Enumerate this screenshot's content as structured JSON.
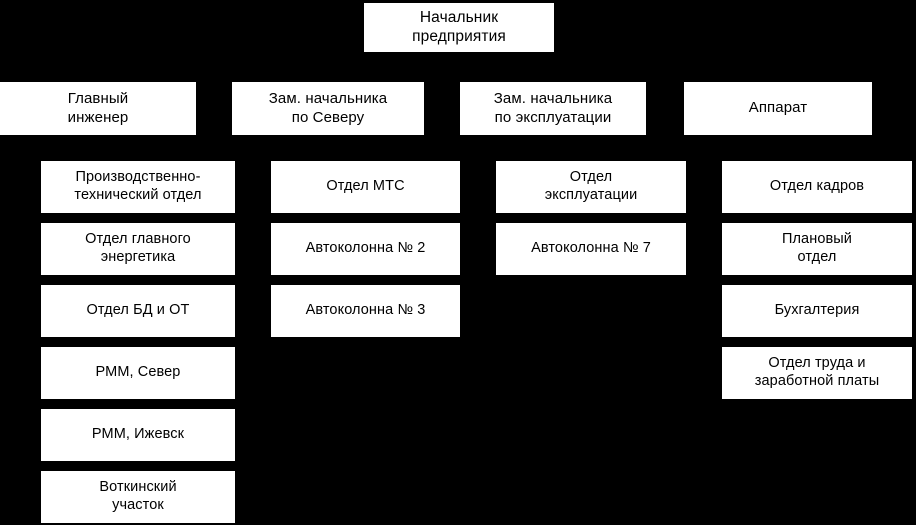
{
  "diagram": {
    "title_text": "Начальник\nпредприятия",
    "background_color": "#000000",
    "box_fill_color": "#ffffff",
    "text_color": "#000000",
    "root": {
      "label": "Начальник\nпредприятия"
    },
    "level2": [
      {
        "label": "Главный\nинженер"
      },
      {
        "label": "Зам. начальника\nпо Северу"
      },
      {
        "label": "Зам. начальника\nпо эксплуатации"
      },
      {
        "label": "Аппарат"
      }
    ],
    "columns": [
      {
        "head": "Главный инженер",
        "items": [
          {
            "label": "Производственно-\nтехнический отдел"
          },
          {
            "label": "Отдел главного\nэнергетика"
          },
          {
            "label": "Отдел БД и ОТ"
          },
          {
            "label": "РММ, Север"
          },
          {
            "label": "РММ, Ижевск"
          },
          {
            "label": "Воткинский\nучасток"
          }
        ]
      },
      {
        "head": "Зам. начальника по Северу",
        "items": [
          {
            "label": "Отдел МТС"
          },
          {
            "label": "Автоколонна № 2"
          },
          {
            "label": "Автоколонна № 3"
          }
        ]
      },
      {
        "head": "Зам. начальника по эксплуатации",
        "items": [
          {
            "label": "Отдел\nэксплуатации"
          },
          {
            "label": "Автоколонна № 7"
          }
        ]
      },
      {
        "head": "Аппарат",
        "items": [
          {
            "label": "Отдел кадров"
          },
          {
            "label": "Плановый\nотдел"
          },
          {
            "label": "Бухгалтерия"
          },
          {
            "label": "Отдел труда и\nзаработной платы"
          }
        ]
      }
    ]
  }
}
